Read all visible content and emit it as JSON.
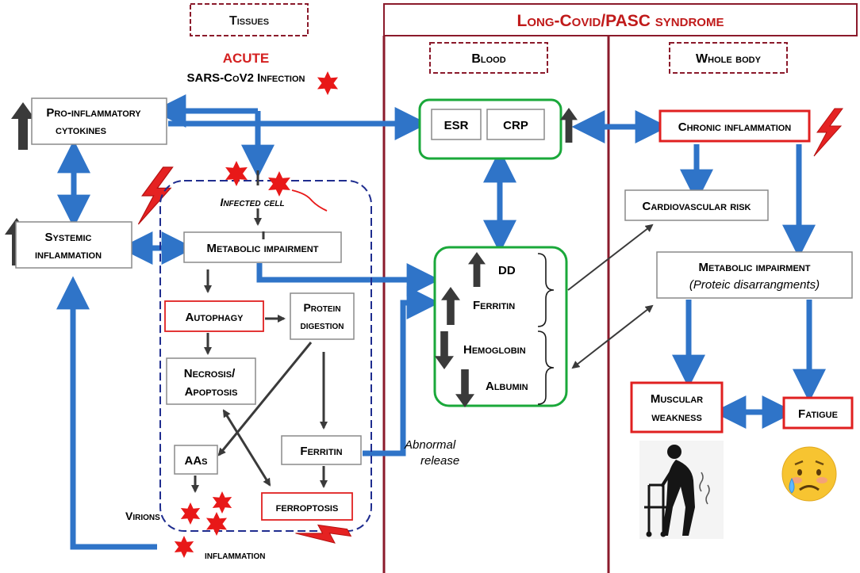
{
  "headers": {
    "tissues": "Tissues",
    "long_covid": "Long-Covid/PASC syndrome",
    "blood": "Blood",
    "whole_body": "Whole body"
  },
  "acute": {
    "title": "ACUTE",
    "infection": "SARS-CoV2 Infection"
  },
  "tissues": {
    "pro_inflammatory_line1": "Pro-inflammatory",
    "pro_inflammatory_line2": "cytokines",
    "systemic_line1": "Systemic",
    "systemic_line2": "inflammation",
    "infected_cell": "Infected cell",
    "metabolic_impairment": "Metabolic impairment",
    "autophagy": "Autophagy",
    "protein_line1": "Protein",
    "protein_line2": "digestion",
    "necrosis_line1": "Necrosis/",
    "necrosis_line2": "Apoptosis",
    "aas": "AAs",
    "ferritin": "Ferritin",
    "ferroptosis": "ferroptosis",
    "virions": "Virions",
    "inflammation": "inflammation"
  },
  "blood": {
    "esr": "ESR",
    "crp": "CRP",
    "dd": "DD",
    "ferritin": "Ferritin",
    "hemoglobin": "Hemoglobin",
    "albumin": "Albumin",
    "abnormal_line1": "Abnormal",
    "abnormal_line2": "release"
  },
  "whole_body": {
    "chronic_inflammation": "Chronic inflammation",
    "cardiovascular_risk": "Cardiovascular risk",
    "metabolic_line1": "Metabolic impairment",
    "metabolic_line2": "(Proteic disarrangments)",
    "muscular_line1": "Muscular",
    "muscular_line2": "weakness",
    "fatigue": "Fatigue"
  },
  "colors": {
    "dark_red": "#8b1a2b",
    "red": "#e02020",
    "green": "#1aa83a",
    "blue_arrow": "#2f74c8",
    "navy_dash": "#1f2d8f",
    "gray_box": "#8a8a8a"
  },
  "icons": {
    "up_arrow": "dark-up-arrow-icon",
    "down_arrow": "dark-down-arrow-icon",
    "virus": "red-star-virus-icon",
    "lightning": "red-lightning-icon",
    "elderly": "elderly-walker-icon",
    "sad_face": "sad-face-emoji-icon"
  }
}
